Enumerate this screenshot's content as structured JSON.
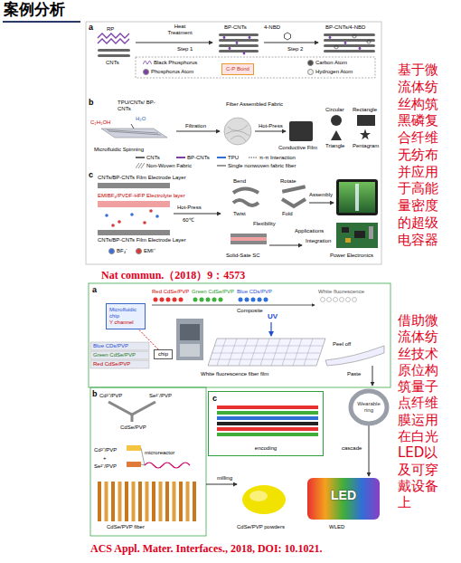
{
  "diagram": {
    "title": "案例分析",
    "nodes": [
      {
        "text": [
          "C-P Bond"
        ]
      },
      {
        "text": [
          "Microfluidic chip",
          "Y channel"
        ]
      },
      {
        "text": [
          "chip"
        ]
      },
      {
        "text": [
          "c",
          "encoding"
        ]
      }
    ],
    "edges": [
      {
        "from": 2,
        "to": 1,
        "arrow": "none"
      }
    ],
    "labels": [
      "Nat commun.（2018）9：4573",
      "基于微流体纺丝构筑黑磷复合纤维无纺布并应用于高能量密度的超级电容器",
      "借助微流体纺丝技术原位构筑量子点纤维膜运用在白光LED以及可穿戴设备上",
      "ACS Appl. Mater. Interfaces., 2018, DOI: 10.1021.",
      "a",
      "RP",
      "Heat Treatment",
      "Step 1",
      "BP-CNTs",
      "4-NBD",
      "Step 2",
      "BP-CNTs/4-NBD",
      "CNTs",
      "b",
      "TPU/CNTs/ BP-CNTs",
      "H₂O",
      "C₂H₅OH",
      "Filtration",
      "Fiber Assembled Fabric",
      "Hot-Press",
      "Circular",
      "Rectangle",
      "Triangle",
      "Pentagram",
      "Conductive Film",
      "Microfluidic Spinning",
      "c",
      "CNTs/BP-CNTs Film Electrode Layer",
      "EMIBF₄/PVDF-HFP Electrolyte layer",
      "CNTs/BP-CNTs Film Electrode Layer",
      "Hot-Press",
      "60℃",
      "Bend",
      "Rotate",
      "Twist",
      "Fold",
      "Flexibility",
      "Assembly",
      "Applications",
      "Integration",
      "Solid-Sate SC",
      "Power Electronics",
      "a",
      "Red CdSe/PVP",
      "Green CdSe/PVP",
      "Blue CDs/PVP",
      "White fluorescence",
      "Composite",
      "Blue CDs/PVP",
      "Green CdSe/PVP",
      "Red CdSe/PVP",
      "UV",
      "White fluorescence fiber film",
      "Peel off",
      "Paste",
      "Wearable ring",
      "cascade",
      "b",
      "Cd²⁺/PVP",
      "Se²⁻/PVP",
      "CdSe/PVP",
      "Cd²⁺/PVP",
      "+",
      "Se²⁻/PVP",
      "microreactor",
      "milling",
      "CdSe/PVP fiber",
      "CdSe/PVP powders",
      "WLED",
      "LED"
    ],
    "legend": [
      {
        "text": "Black Phosphorus"
      },
      {
        "text": "Phosphorus Atom",
        "color": "#7a3fa8"
      },
      {
        "text": "Carbon Atom",
        "color": "#4d4d4d"
      },
      {
        "text": "Hydrogen Atom",
        "color": "#eeeeee"
      },
      {
        "text": "CNTs"
      },
      {
        "text": "BP-CNTs"
      },
      {
        "text": "TPU"
      },
      {
        "text": "π-π Interaction"
      },
      {
        "text": "Non-Woven Fabric"
      },
      {
        "text": "Single nonwoven fabric fiber"
      },
      {
        "text": "BF₄⁻",
        "color": "#3b6fd8"
      },
      {
        "text": "EMI⁺",
        "color": "#d63b3b"
      }
    ]
  }
}
